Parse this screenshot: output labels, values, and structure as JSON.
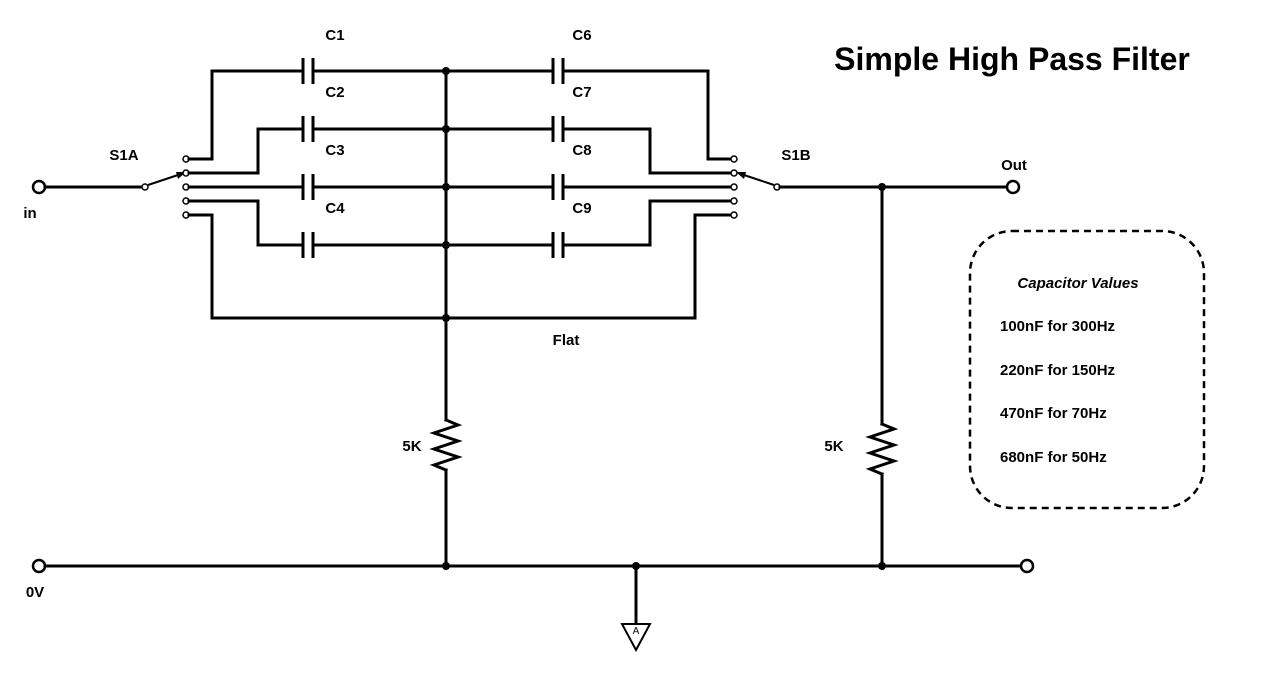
{
  "title": "Simple High Pass Filter",
  "capacitors": {
    "c1": "C1",
    "c2": "C2",
    "c3": "C3",
    "c4": "C4",
    "c6": "C6",
    "c7": "C7",
    "c8": "C8",
    "c9": "C9"
  },
  "switches": {
    "s1a": "S1A",
    "s1b": "S1B"
  },
  "terminals": {
    "input": "in",
    "output": "Out",
    "ground": "0V"
  },
  "resistors": {
    "r1": "5K",
    "r2": "5K"
  },
  "flat_label": "Flat",
  "ground_symbol_label": "A",
  "legend": {
    "heading": "Capacitor Values",
    "items": [
      "100nF for 300Hz",
      "220nF for 150Hz",
      "470nF for 70Hz",
      "680nF for 50Hz"
    ]
  }
}
